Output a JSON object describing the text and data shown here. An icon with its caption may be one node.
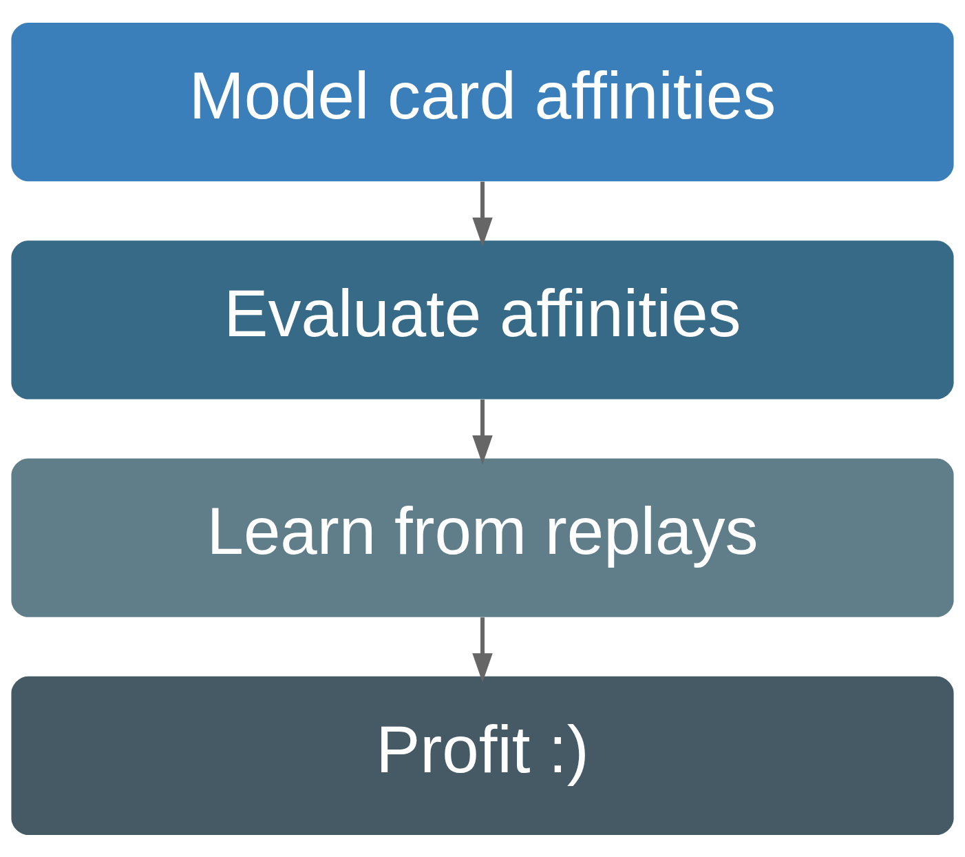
{
  "diagram": {
    "nodes": [
      {
        "text": [
          "Model card affinities"
        ]
      },
      {
        "text": [
          "Evaluate affinities"
        ]
      },
      {
        "text": [
          "Learn from replays"
        ]
      },
      {
        "text": [
          "Profit :)"
        ]
      }
    ],
    "edges": [
      {
        "from": 0,
        "to": 1,
        "arrow": "to"
      },
      {
        "from": 1,
        "to": 2,
        "arrow": "to"
      },
      {
        "from": 2,
        "to": 3,
        "arrow": "to"
      }
    ]
  }
}
